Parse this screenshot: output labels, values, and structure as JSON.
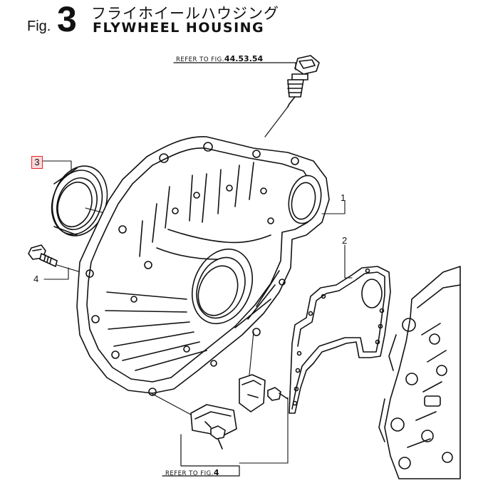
{
  "header": {
    "fig_prefix": "Fig.",
    "fig_number": "3",
    "title_jp": "フライホイールハウジング",
    "title_en": "FLYWHEEL HOUSING"
  },
  "refs": {
    "top_text": "REFER TO FIG.",
    "top_figs": "44.53.54",
    "bottom_text": "REFER TO FIG.",
    "bottom_fig": "4"
  },
  "callouts": {
    "c1": "1",
    "c2": "2",
    "c3": "3",
    "c4": "4"
  },
  "colors": {
    "line": "#111111",
    "highlight_border": "#e3262b",
    "highlight_fill": "#fbd9da"
  }
}
